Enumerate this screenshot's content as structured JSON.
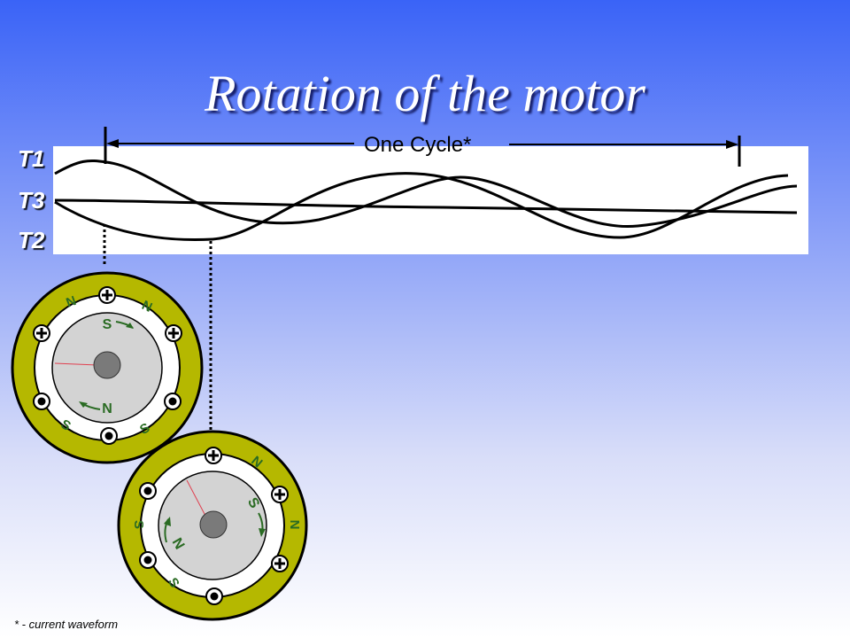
{
  "title": "Rotation of the motor",
  "cycle_label": "One Cycle*",
  "phases": [
    "T1",
    "T3",
    "T2"
  ],
  "footnote": "* - current waveform",
  "colors": {
    "stator": "#b5b800",
    "rotor": "#d3d3d3",
    "shaft": "#7a7a7a",
    "pole_text": "#2a6b23"
  },
  "motor1": {
    "stator_poles": [
      "N",
      "N",
      "S",
      "S"
    ],
    "rotor_poles": [
      "S",
      "N"
    ],
    "terminals": [
      "+",
      "+",
      "+",
      "●",
      "●",
      "●"
    ]
  },
  "motor2": {
    "stator_poles": [
      "N",
      "N",
      "S",
      "S"
    ],
    "rotor_poles": [
      "S",
      "N"
    ],
    "terminals": [
      "+",
      "+",
      "+",
      "●",
      "●",
      "●"
    ]
  }
}
